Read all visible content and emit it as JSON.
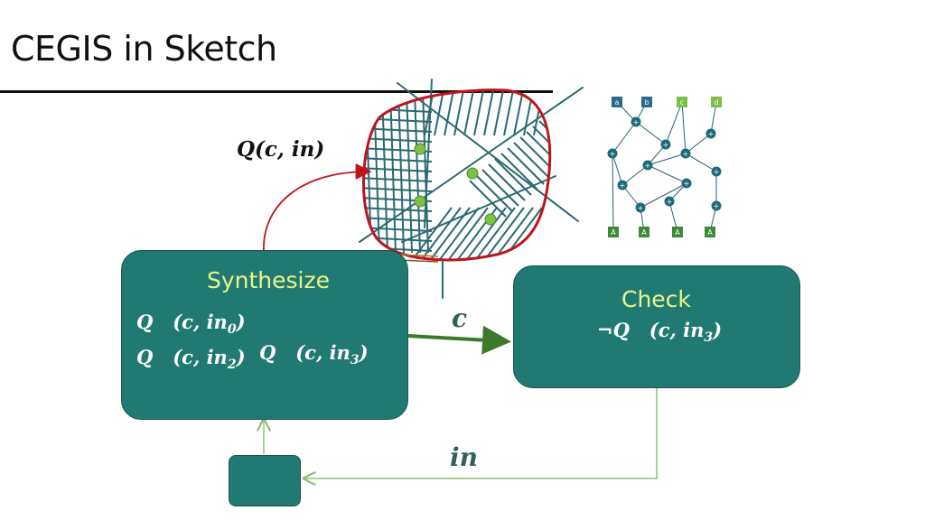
{
  "slide": {
    "title": "CEGIS in Sketch"
  },
  "region": {
    "label": "Q(c, in)"
  },
  "synthesize": {
    "title": "Synthesize",
    "constraints": [
      {
        "pred": "Q",
        "args": "(c, in",
        "sub": "0",
        "close": ")"
      },
      {
        "pred": "Q",
        "args": "(c, in",
        "sub": "2",
        "close": ")"
      },
      {
        "pred": "Q",
        "args": "(c, in",
        "sub": "3",
        "close": ")"
      }
    ]
  },
  "check": {
    "title": "Check",
    "constraint": {
      "pred": "¬Q",
      "args": "(c, in",
      "sub": "3",
      "close": ")"
    }
  },
  "edges": {
    "c_label": "c",
    "in_label": "in"
  },
  "dag": {
    "inputs": [
      "a",
      "b",
      "c",
      "d"
    ],
    "outputs": [
      "A",
      "A",
      "A",
      "A"
    ],
    "op_symbol": "+"
  },
  "colors": {
    "box_fill": "#217a72",
    "box_title": "#e9f58a",
    "region_outline": "#c0141c",
    "hatch": "#2a6a73",
    "arrow_c": "#3a7a2a",
    "arrow_in": "#8fc07a",
    "checkmark": "#b0101c"
  }
}
